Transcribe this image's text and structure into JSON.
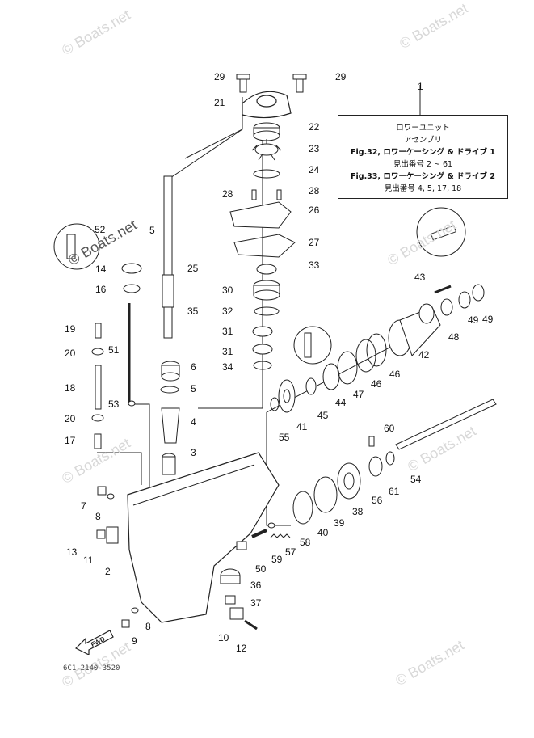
{
  "watermark": "© Boats.net",
  "legend": {
    "number": "1",
    "line1": "ロワーユニット",
    "line2": "アセンブリ",
    "line3": "Fig.32, ロワーケーシング & ドライブ 1",
    "line4": "見出番号 2 ~ 61",
    "line5": "Fig.33, ロワーケーシング & ドライブ 2",
    "line6": "見出番号 4, 5, 17, 18"
  },
  "fwd_label": "FWD",
  "drawing_code": "6C1-2140-3520",
  "callouts": {
    "c29a": "29",
    "c29b": "29",
    "c21": "21",
    "c22": "22",
    "c23": "23",
    "c24": "24",
    "c28a": "28",
    "c28b": "28",
    "c26": "26",
    "c27": "27",
    "c33": "33",
    "c30": "30",
    "c32": "32",
    "c31a": "31",
    "c31b": "31",
    "c34": "34",
    "c52": "52",
    "c5a": "5",
    "c14": "14",
    "c25": "25",
    "c16": "16",
    "c35": "35",
    "c19": "19",
    "c51": "51",
    "c20a": "20",
    "c18": "18",
    "c20b": "20",
    "c53": "53",
    "c6": "6",
    "c5b": "5",
    "c4": "4",
    "c3": "3",
    "c17": "17",
    "c7": "7",
    "c8a": "8",
    "c13": "13",
    "c11": "11",
    "c2": "2",
    "c8b": "8",
    "c9": "9",
    "c10": "10",
    "c12": "12",
    "c43": "43",
    "c49a": "49",
    "c48": "48",
    "c49b": "49",
    "c42": "42",
    "c47": "47",
    "c46a": "46",
    "c46b": "46",
    "c44": "44",
    "c45": "45",
    "c41": "41",
    "c55": "55",
    "c60": "60",
    "c54": "54",
    "c56": "56",
    "c61": "61",
    "c38": "38",
    "c39": "39",
    "c40": "40",
    "c58": "58",
    "c57": "57",
    "c59": "59",
    "c50": "50",
    "c36": "36",
    "c37": "37"
  }
}
